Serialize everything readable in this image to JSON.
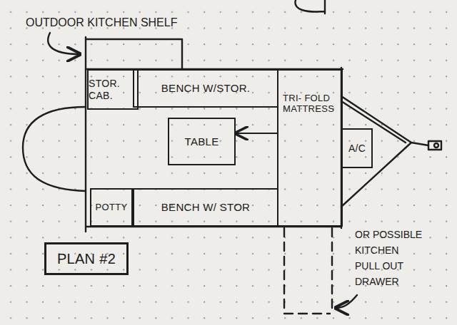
{
  "diagram": {
    "nodes": [
      {
        "text": [
          "STOR. CAB."
        ]
      },
      {
        "text": [
          "BENCH W/STOR."
        ]
      },
      {
        "text": [
          "TRI- FOLD MATTRESS"
        ]
      },
      {
        "text": [
          "TABLE"
        ]
      },
      {
        "text": [
          "A/C"
        ]
      },
      {
        "text": [
          "POTTY"
        ]
      },
      {
        "text": [
          "BENCH W/ STOR"
        ]
      },
      {
        "text": [
          "PLAN #2"
        ]
      }
    ],
    "edges": [
      {
        "from": 2,
        "to": 3,
        "arrow": "to"
      }
    ],
    "labels": [
      "OUTDOOR KITCHEN SHELF",
      "OR POSSIBLE KITCHEN PULL OUT DRAWER"
    ]
  }
}
